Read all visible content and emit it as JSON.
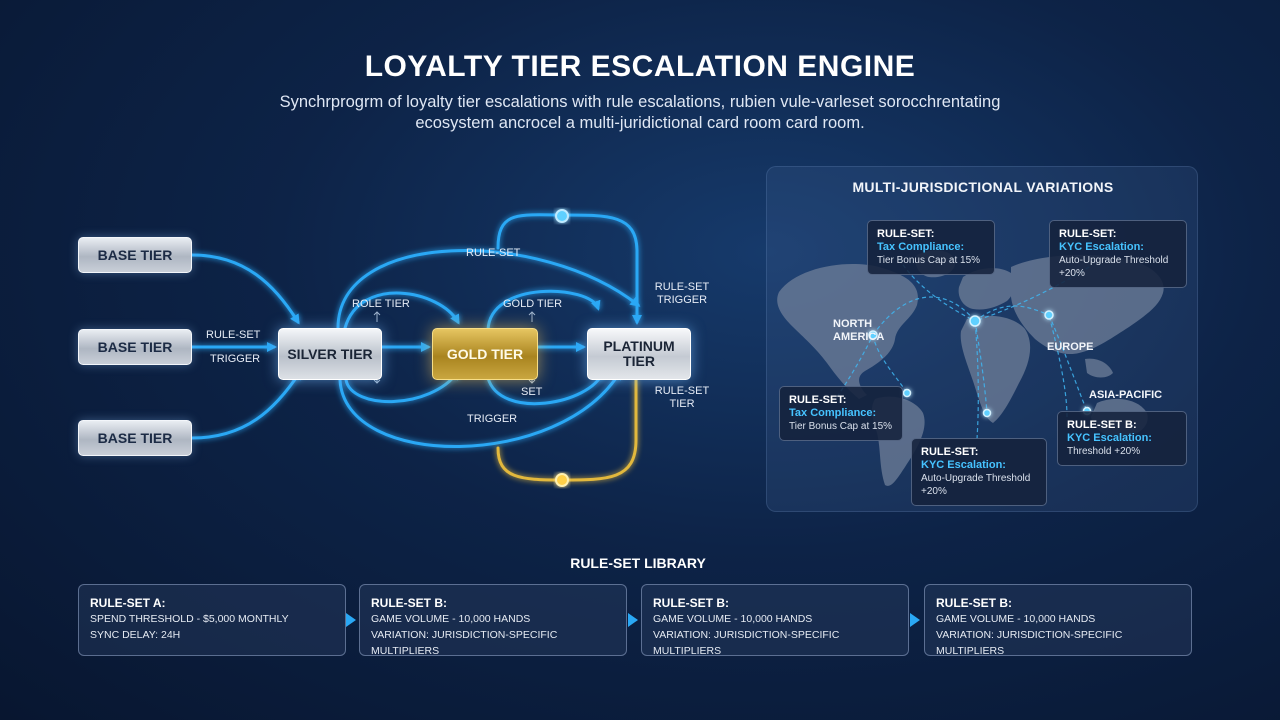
{
  "header": {
    "title": "LOYALTY TIER ESCALATION ENGINE",
    "subtitle_line1": "Synchrprogrm of loyalty tier escalations with rule escalations, rubien vule-varleset sorocchrentating",
    "subtitle_line2": "ecosystem ancrocel a multi-juridictional card room card room."
  },
  "flow": {
    "base_tiers": [
      "BASE TIER",
      "BASE TIER",
      "BASE TIER"
    ],
    "silver_tier": "SILVER TIER",
    "gold_tier": "GOLD TIER",
    "platinum_tier": "PLATINUM TIER",
    "labels": {
      "rule_set_left": "RULE-SET",
      "trigger_left": "TRIGGER",
      "rule_set_top": "RULE-SET",
      "role_tier": "ROLE TIER",
      "gold_tier_small": "GOLD TIER",
      "set": "SET",
      "trigger_bottom": "TRIGGER",
      "rule_set_trigger_right": "RULE-SET TRIGGER",
      "rule_set_tier_right": "RULE-SET TIER"
    },
    "colors": {
      "blue": "#2aa8f5",
      "gold": "#e2b83c"
    }
  },
  "map_panel": {
    "title": "MULTI-JURISDICTIONAL VARIATIONS",
    "regions": {
      "north_america": "NORTH AMERICA",
      "europe": "EUROPE",
      "asia_pacific": "ASIA-PACIFIC"
    },
    "callouts": [
      {
        "header": "RULE-SET:",
        "highlight": "Tax Compliance:",
        "detail": "Tier Bonus Cap at 15%"
      },
      {
        "header": "RULE-SET:",
        "highlight": "KYC Escalation:",
        "detail": "Auto-Upgrade Threshold +20%"
      },
      {
        "header": "RULE-SET:",
        "highlight": "Tax Compliance:",
        "detail": "Tier Bonus Cap at 15%"
      },
      {
        "header": "RULE-SET:",
        "highlight": "KYC Escalation:",
        "detail": "Auto-Upgrade Threshold +20%"
      },
      {
        "header": "RULE-SET B:",
        "highlight": "KYC Escalation:",
        "detail": "Threshold +20%"
      }
    ]
  },
  "library": {
    "title": "RULE-SET LIBRARY",
    "cards": [
      {
        "title": "RULE-SET A:",
        "line1": "SPEND THRESHOLD - $5,000 MONTHLY",
        "line2": "SYNC DELAY: 24H"
      },
      {
        "title": "RULE-SET B:",
        "line1": "GAME VOLUME - 10,000 HANDS",
        "line2": "VARIATION: JURISDICTION-SPECIFIC MULTIPLIERS"
      },
      {
        "title": "RULE-SET B:",
        "line1": "GAME VOLUME - 10,000 HANDS",
        "line2": "VARIATION: JURISDICTION-SPECIFIC MULTIPLIERS"
      },
      {
        "title": "RULE-SET B:",
        "line1": "GAME VOLUME - 10,000 HANDS",
        "line2": "VARIATION: JURISDICTION-SPECIFIC MULTIPLIERS"
      }
    ]
  }
}
